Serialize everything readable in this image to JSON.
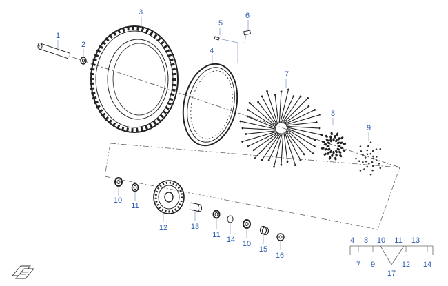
{
  "callouts": [
    {
      "id": "c1",
      "text": "1"
    },
    {
      "id": "c2",
      "text": "2"
    },
    {
      "id": "c3",
      "text": "3"
    },
    {
      "id": "c4",
      "text": "4"
    },
    {
      "id": "c5",
      "text": "5"
    },
    {
      "id": "c6",
      "text": "6"
    },
    {
      "id": "c7",
      "text": "7"
    },
    {
      "id": "c8",
      "text": "8"
    },
    {
      "id": "c9",
      "text": "9"
    },
    {
      "id": "c10a",
      "text": "10"
    },
    {
      "id": "c11a",
      "text": "11"
    },
    {
      "id": "c12",
      "text": "12"
    },
    {
      "id": "c13",
      "text": "13"
    },
    {
      "id": "c11b",
      "text": "11"
    },
    {
      "id": "c14",
      "text": "14"
    },
    {
      "id": "c10b",
      "text": "10"
    },
    {
      "id": "c15",
      "text": "15"
    },
    {
      "id": "c16",
      "text": "16"
    }
  ],
  "legend": {
    "top": [
      "4",
      "8",
      "10",
      "11",
      "13"
    ],
    "bottom": [
      "7",
      "9",
      "12",
      "14"
    ],
    "center": "17"
  },
  "icons": {
    "corner": "parts-book-icon"
  },
  "colors": {
    "label": "#2b59b0",
    "line": "#222222"
  }
}
